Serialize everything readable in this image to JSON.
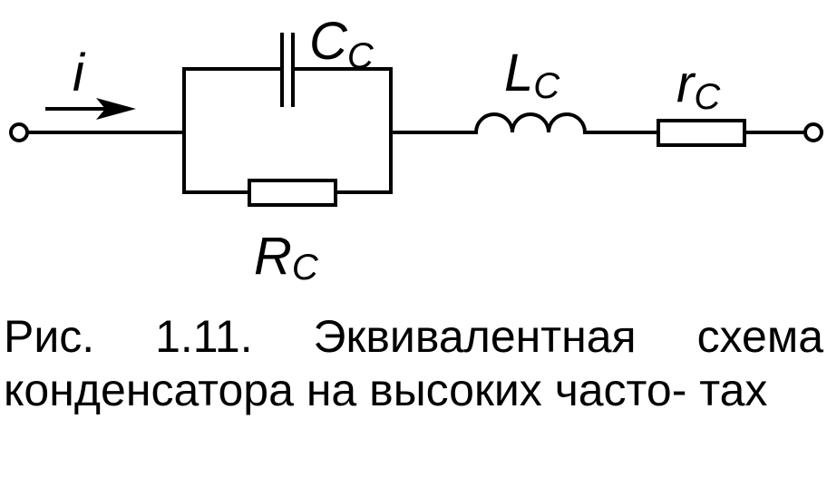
{
  "current": {
    "symbol": "i"
  },
  "capacitor": {
    "symbol": "C",
    "subscript": "C"
  },
  "parallel_resistor": {
    "symbol": "R",
    "subscript": "C"
  },
  "inductor": {
    "symbol": "L",
    "subscript": "C"
  },
  "series_resistor": {
    "symbol": "r",
    "subscript": "C"
  },
  "caption": {
    "line1": "Рис. 1.11. Эквивалентная схема",
    "line2": "конденсатора на высоких часто-",
    "line3": "тах"
  }
}
